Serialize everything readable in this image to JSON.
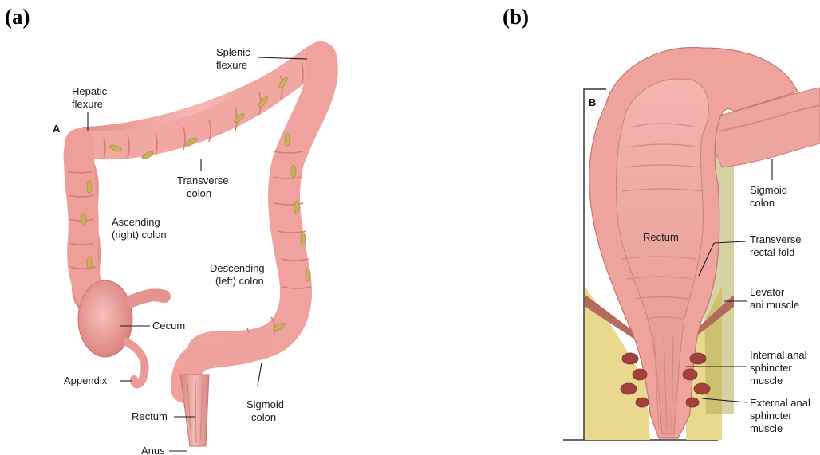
{
  "panels": {
    "a": {
      "letter": "(a)",
      "inset_letter": "A",
      "labels": {
        "splenic_flexure": [
          "Splenic",
          "flexure"
        ],
        "hepatic_flexure": [
          "Hepatic",
          "flexure"
        ],
        "transverse_colon": [
          "Transverse",
          "colon"
        ],
        "ascending_colon": [
          "Ascending",
          "(right) colon"
        ],
        "descending_colon": [
          "Descending",
          "(left) colon"
        ],
        "cecum": "Cecum",
        "appendix": "Appendix",
        "sigmoid_colon": [
          "Sigmoid",
          "colon"
        ],
        "rectum": "Rectum",
        "anus": "Anus"
      }
    },
    "b": {
      "letter": "(b)",
      "inset_letter": "B",
      "labels": {
        "sigmoid_colon": [
          "Sigmoid",
          "colon"
        ],
        "rectum": "Rectum",
        "transverse_rectal_fold": [
          "Transverse",
          "rectal fold"
        ],
        "levator_ani": [
          "Levator",
          "ani muscle"
        ],
        "internal_anal_sphincter": [
          "Internal anal",
          "sphincter",
          "muscle"
        ],
        "external_anal_sphincter": [
          "External anal",
          "sphincter",
          "muscle"
        ]
      }
    }
  },
  "colors": {
    "colon_fill": "#f2a7a3",
    "colon_shade": "#d97f7d",
    "taenia": "#c9b25a",
    "fat": "#e8d58a",
    "muscle": "#a24a46"
  }
}
